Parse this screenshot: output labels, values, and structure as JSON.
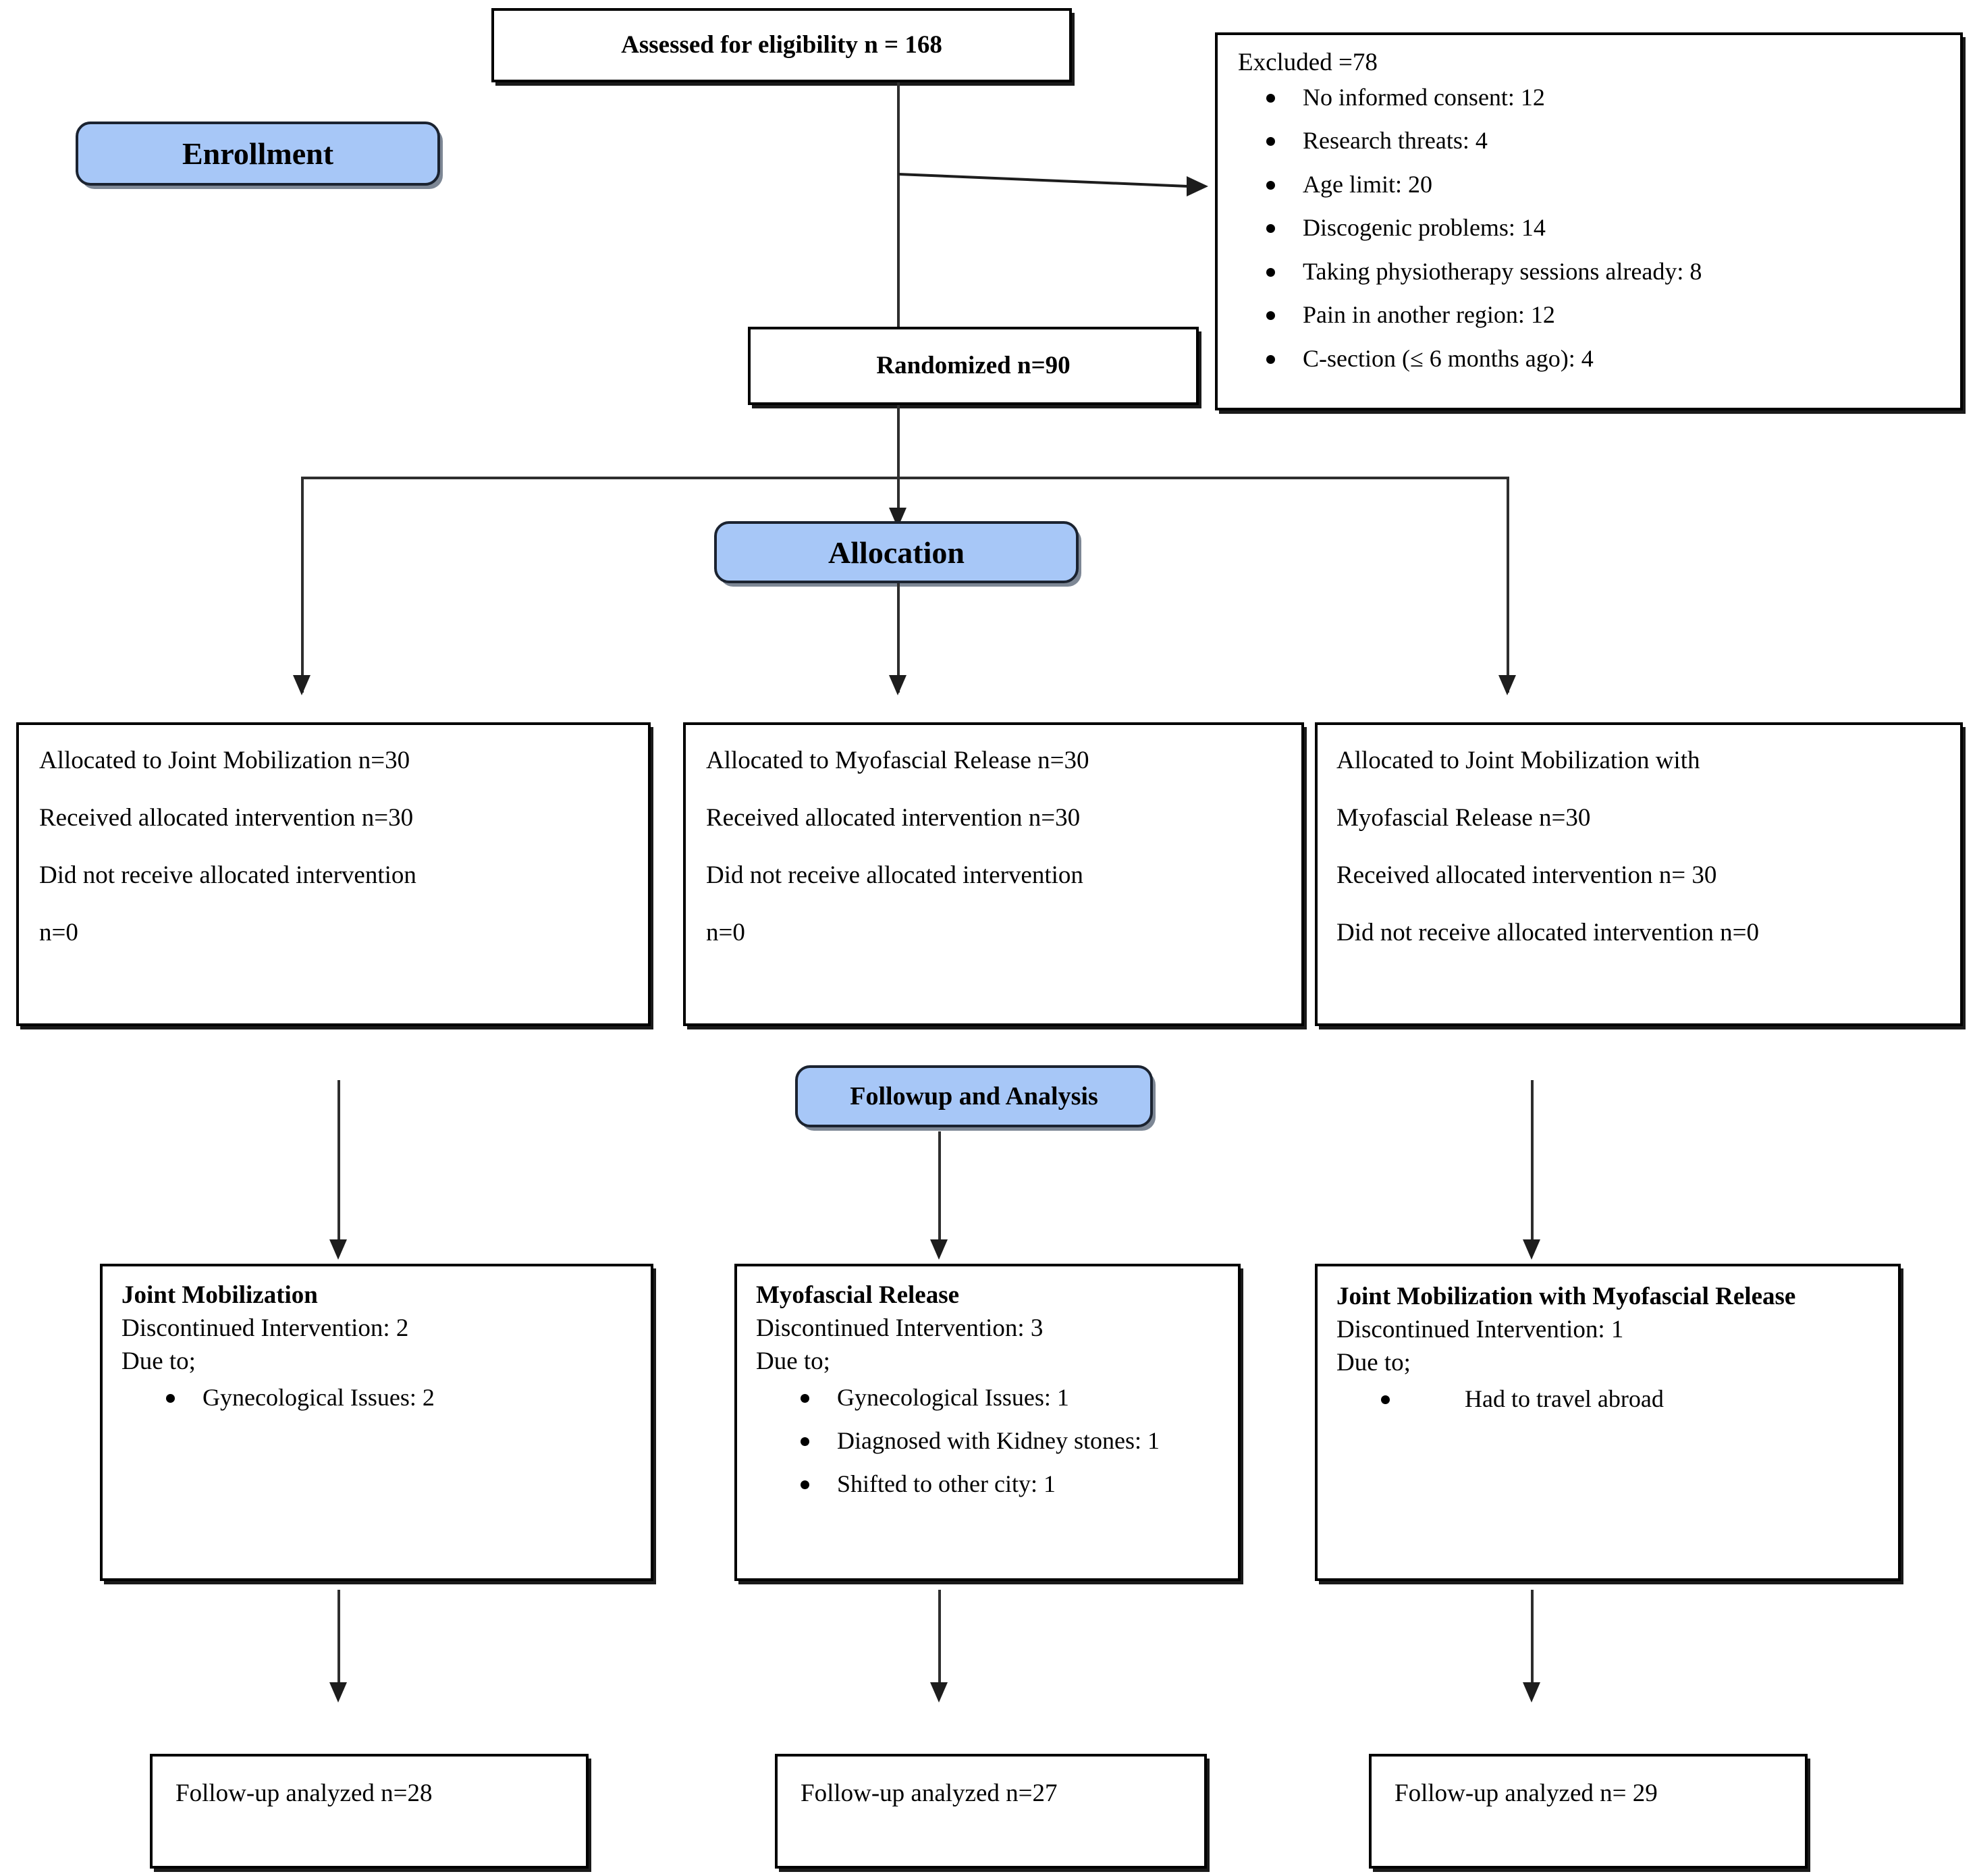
{
  "diagram": {
    "title": "CONSORT participant flow diagram",
    "accent_color": "#A7C7F7",
    "border_color": "#000000"
  },
  "stages": {
    "enrollment": "Enrollment",
    "allocation": "Allocation",
    "followup": "Followup and Analysis"
  },
  "enrollment": {
    "assessed": "Assessed for eligibility n = 168",
    "randomized": "Randomized n=90",
    "excluded": {
      "heading": "Excluded =78",
      "reasons": [
        "No informed consent: 12",
        "Research threats: 4",
        "Age limit: 20",
        "Discogenic problems: 14",
        "Taking physiotherapy sessions already: 8",
        "Pain in another region: 12",
        "C-section (≤ 6 months ago): 4"
      ]
    }
  },
  "allocation": {
    "groups": [
      {
        "lines": [
          "Allocated to Joint Mobilization n=30",
          "Received allocated intervention n=30",
          "Did not receive allocated intervention",
          "n=0"
        ]
      },
      {
        "lines": [
          "Allocated to Myofascial Release n=30",
          "Received allocated intervention n=30",
          "Did not receive allocated intervention",
          "n=0"
        ]
      },
      {
        "lines": [
          "Allocated to Joint Mobilization with",
          "Myofascial Release n=30",
          "Received allocated intervention n= 30",
          "Did not receive allocated intervention n=0"
        ]
      }
    ]
  },
  "discontinued": {
    "groups": [
      {
        "title": "Joint Mobilization",
        "discontinued_line": "Discontinued Intervention: 2",
        "due_to": "Due to;",
        "reasons": [
          "Gynecological Issues: 2"
        ]
      },
      {
        "title": "Myofascial Release",
        "discontinued_line": "Discontinued Intervention: 3",
        "due_to": "Due to;",
        "reasons": [
          "Gynecological Issues: 1",
          "Diagnosed with Kidney stones: 1",
          "Shifted to other city: 1"
        ]
      },
      {
        "title": "Joint Mobilization with Myofascial Release",
        "discontinued_line": "Discontinued Intervention: 1",
        "due_to": "Due to;",
        "reasons": [
          "Had to travel abroad"
        ]
      }
    ]
  },
  "analysis": {
    "boxes": [
      "Follow-up analyzed n=28",
      "Follow-up analyzed n=27",
      "Follow-up analyzed n= 29"
    ]
  }
}
